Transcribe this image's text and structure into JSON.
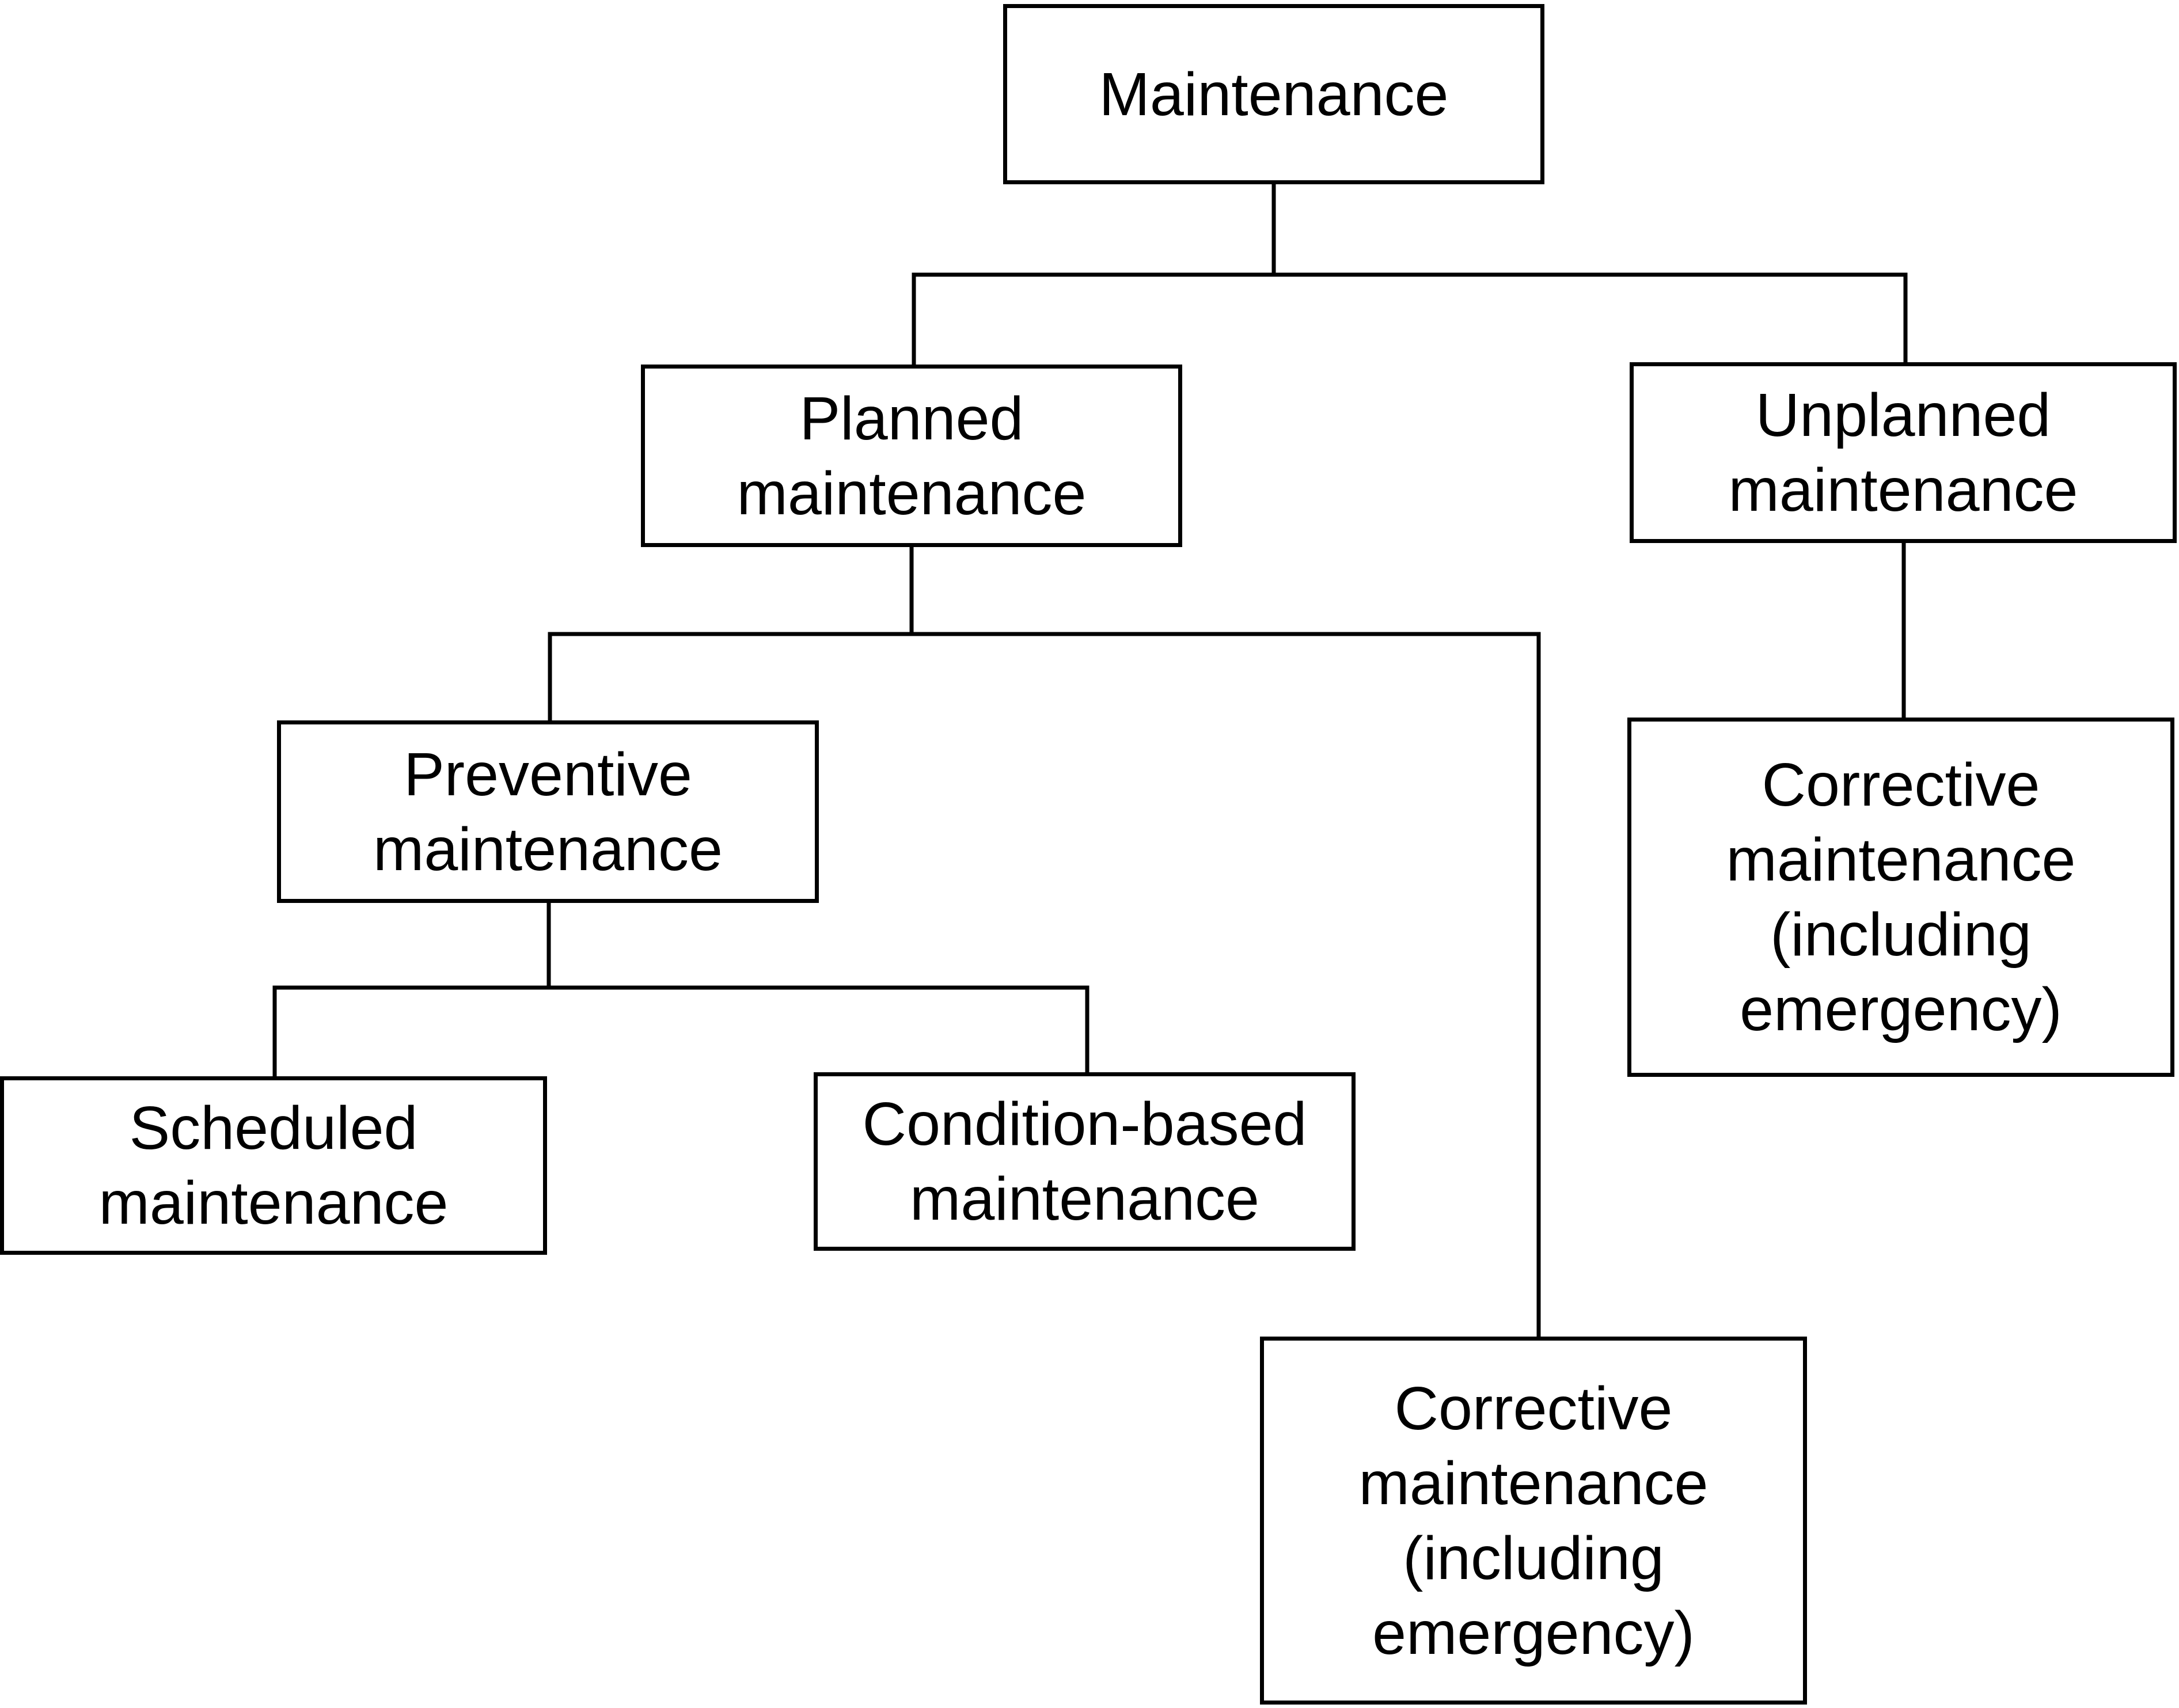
{
  "diagram": {
    "nodes": {
      "root": "Maintenance",
      "planned": "Planned\nmaintenance",
      "unplanned": "Unplanned\nmaintenance",
      "preventive": "Preventive\nmaintenance",
      "corrective_unplanned": "Corrective\nmaintenance\n(including\nemergency)",
      "scheduled": "Scheduled\nmaintenance",
      "condition_based": "Condition-based\nmaintenance",
      "corrective_planned": "Corrective\nmaintenance\n(including\nemergency)"
    },
    "edges": [
      [
        "root",
        "planned"
      ],
      [
        "root",
        "unplanned"
      ],
      [
        "planned",
        "preventive"
      ],
      [
        "planned",
        "corrective_planned"
      ],
      [
        "unplanned",
        "corrective_unplanned"
      ],
      [
        "preventive",
        "scheduled"
      ],
      [
        "preventive",
        "condition_based"
      ]
    ]
  }
}
